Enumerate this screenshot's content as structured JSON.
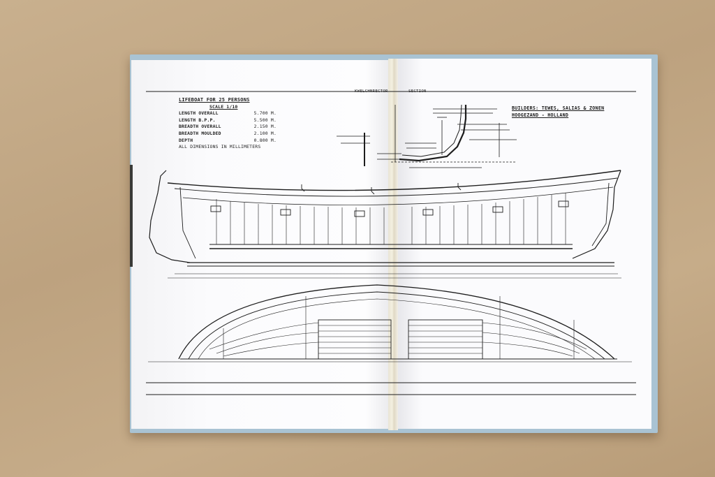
{
  "drawing": {
    "header_left": "KWELCHNRECTOR",
    "header_right": "SECTION",
    "title": "LIFEBOAT FOR 25 PERSONS",
    "scale": "SCALE 1/10",
    "specs": [
      {
        "label": "LENGTH OVERALL",
        "value": "5.700 M."
      },
      {
        "label": "LENGTH B.P.P.",
        "value": "5.500 M."
      },
      {
        "label": "BREADTH OVERALL",
        "value": "2.150 M."
      },
      {
        "label": "BREADTH MOULDED",
        "value": "2.100 M."
      },
      {
        "label": "DEPTH",
        "value": "0.800 M."
      }
    ],
    "note": "ALL DIMENSIONS IN MILLIMETERS",
    "builders_line1": "BUILDERS: TEWES, SALIAS & ZONEN",
    "builders_line2": "HOOGEZAND - HOLLAND"
  },
  "colors": {
    "floor": "#c4a985",
    "cover": "#a9c3d3",
    "page": "#fbfbfd",
    "ink": "#1d1d1d"
  }
}
